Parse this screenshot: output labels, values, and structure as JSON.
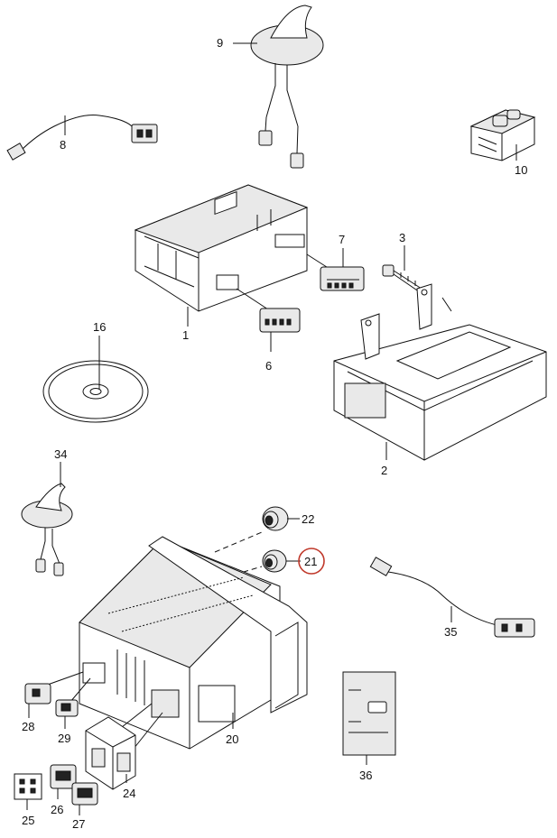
{
  "callouts": {
    "c1": "1",
    "c2": "2",
    "c3": "3",
    "c6": "6",
    "c7": "7",
    "c8": "8",
    "c9": "9",
    "c10": "10",
    "c16": "16",
    "c20": "20",
    "c21": "21",
    "c22": "22",
    "c24": "24",
    "c25": "25",
    "c26": "26",
    "c27": "27",
    "c28": "28",
    "c29": "29",
    "c34": "34",
    "c35": "35",
    "c36": "36"
  },
  "highlight": {
    "callout": "21",
    "ring_color": "#c0392b"
  },
  "colors": {
    "line": "#111111",
    "background": "#ffffff"
  }
}
